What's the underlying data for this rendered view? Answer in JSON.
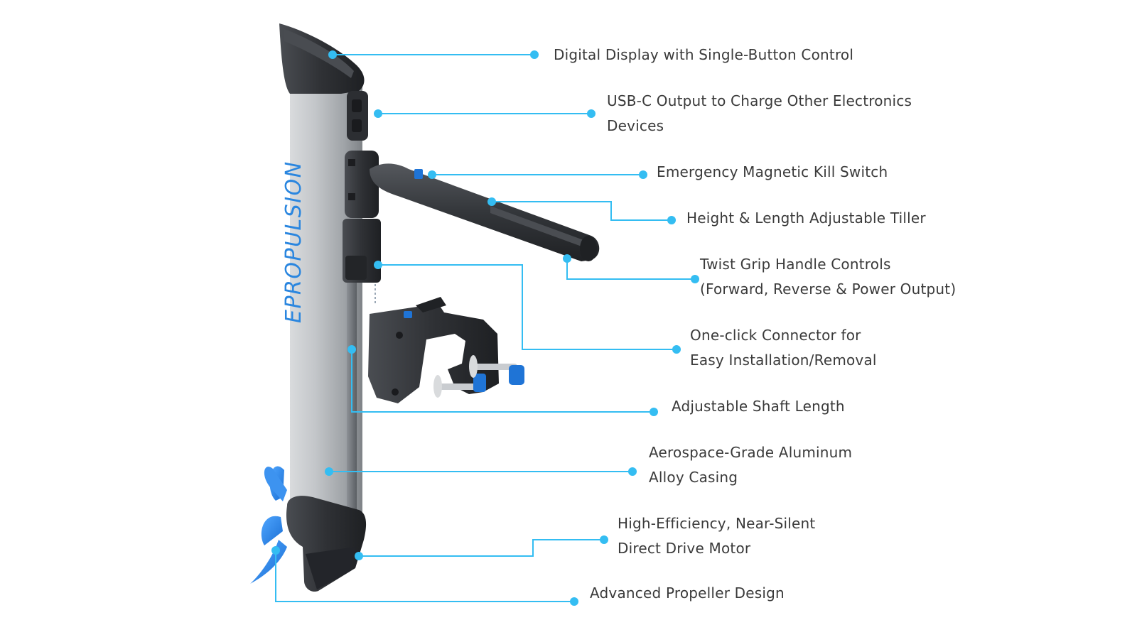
{
  "colors": {
    "leader": "#34bdf2",
    "dot": "#34bdf2",
    "text": "#3a3a3a",
    "brand": "#2a86df",
    "tube": "#b9bcbf",
    "dark_plastic": "#2f3135",
    "accent_blue": "#1f74d6"
  },
  "product": {
    "brand": "EPROPULSION"
  },
  "callouts": [
    {
      "id": "display",
      "lines": [
        "Digital Display with Single-Button Control"
      ]
    },
    {
      "id": "usb",
      "lines": [
        "USB-C Output to Charge Other Electronics",
        "Devices"
      ]
    },
    {
      "id": "kill",
      "lines": [
        "Emergency Magnetic Kill Switch"
      ]
    },
    {
      "id": "tiller",
      "lines": [
        "Height & Length Adjustable Tiller"
      ]
    },
    {
      "id": "twist",
      "lines": [
        "Twist Grip Handle Controls",
        "(Forward, Reverse & Power Output)"
      ]
    },
    {
      "id": "connector",
      "lines": [
        "One-click Connector for",
        "Easy Installation/Removal"
      ]
    },
    {
      "id": "shaft",
      "lines": [
        "Adjustable Shaft Length"
      ]
    },
    {
      "id": "casing",
      "lines": [
        "Aerospace-Grade Aluminum",
        "Alloy Casing"
      ]
    },
    {
      "id": "motor",
      "lines": [
        "High-Efficiency, Near-Silent",
        "Direct Drive Motor"
      ]
    },
    {
      "id": "propeller",
      "lines": [
        "Advanced Propeller Design"
      ]
    }
  ]
}
